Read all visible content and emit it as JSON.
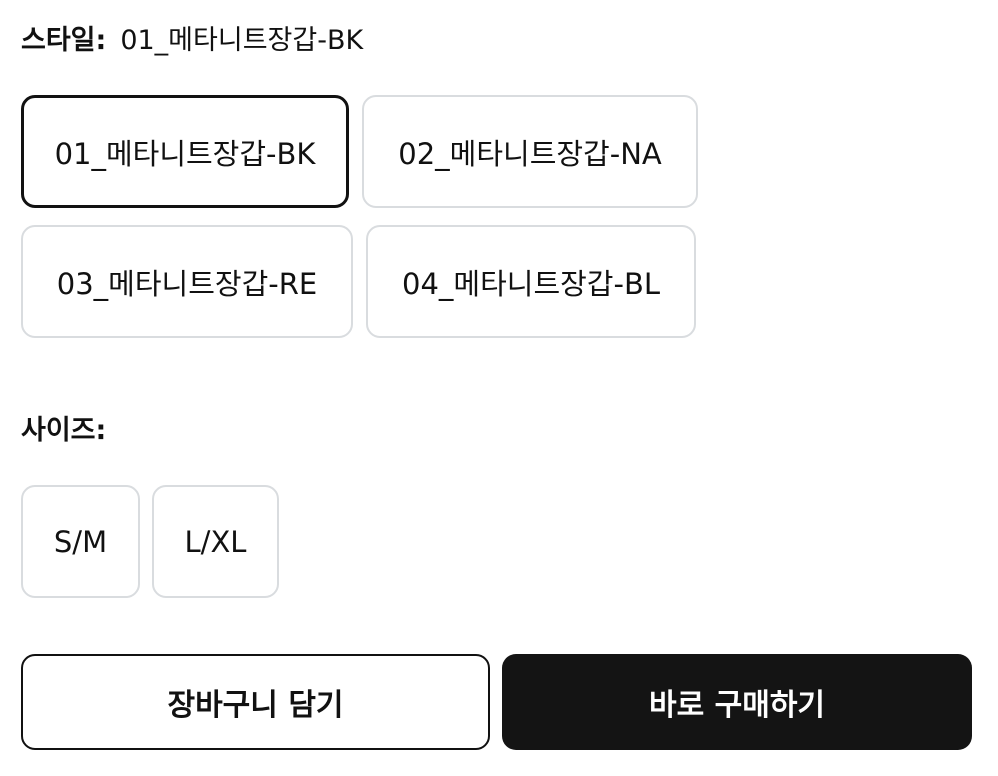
{
  "style": {
    "label": "스타일:",
    "selected_value": "01_메타니트장갑-BK",
    "options": [
      {
        "label": "01_메타니트장갑-BK",
        "selected": true
      },
      {
        "label": "02_메타니트장갑-NA",
        "selected": false
      },
      {
        "label": "03_메타니트장갑-RE",
        "selected": false
      },
      {
        "label": "04_메타니트장갑-BL",
        "selected": false
      }
    ]
  },
  "size": {
    "label": "사이즈:",
    "options": [
      {
        "label": "S/M"
      },
      {
        "label": "L/XL"
      }
    ]
  },
  "actions": {
    "add_to_cart": "장바구니 담기",
    "buy_now": "바로 구매하기"
  },
  "colors": {
    "selected_border": "#111111",
    "border": "#d9dcdf",
    "primary": "#141414"
  }
}
